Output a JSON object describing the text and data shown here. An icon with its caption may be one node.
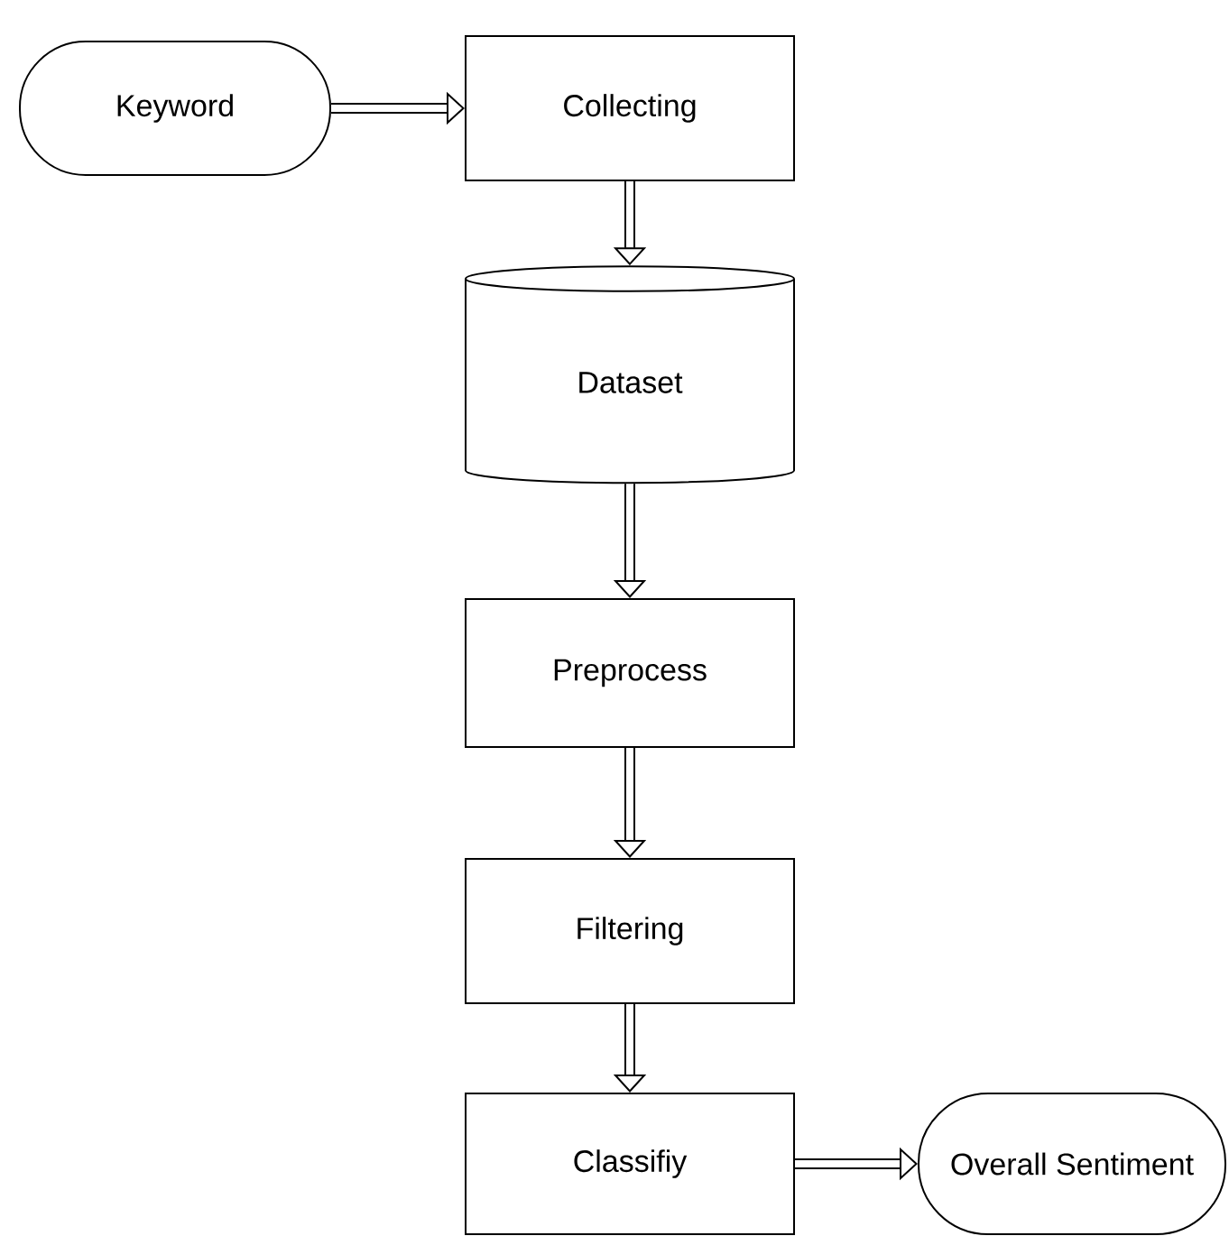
{
  "diagram": {
    "nodes": [
      {
        "text": [
          "Keyword"
        ]
      },
      {
        "text": [
          "Collecting"
        ]
      },
      {
        "text": [
          "Dataset"
        ]
      },
      {
        "text": [
          "Preprocess"
        ]
      },
      {
        "text": [
          "Filtering"
        ]
      },
      {
        "text": [
          "Classifiy"
        ]
      },
      {
        "text": [
          "Overall Sentiment"
        ]
      }
    ],
    "edges": [
      {
        "from": 0,
        "to": 1,
        "arrow": "to"
      },
      {
        "from": 1,
        "to": 2,
        "arrow": "to"
      },
      {
        "from": 2,
        "to": 3,
        "arrow": "to"
      },
      {
        "from": 3,
        "to": 4,
        "arrow": "to"
      },
      {
        "from": 4,
        "to": 5,
        "arrow": "to"
      },
      {
        "from": 5,
        "to": 6,
        "arrow": "to"
      }
    ]
  }
}
